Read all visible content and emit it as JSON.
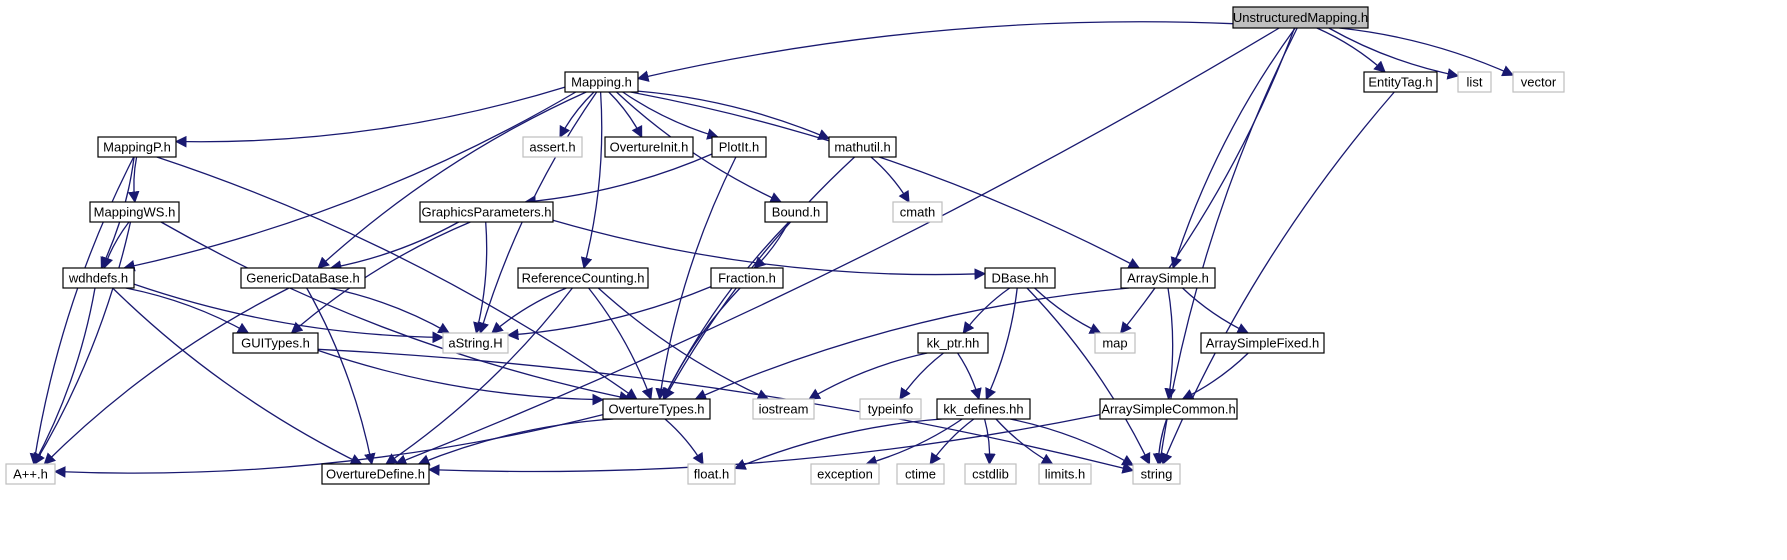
{
  "colors": {
    "edge": "#191970",
    "root_fill": "#bfbfbf",
    "doc_border": "#000000",
    "sys_border": "#bfbfbf"
  },
  "nodes": [
    {
      "id": "unstructuredmapping",
      "label": "UnstructuredMapping.h",
      "kind": "root"
    },
    {
      "id": "mapping",
      "label": "Mapping.h",
      "kind": "doc"
    },
    {
      "id": "entitytag",
      "label": "EntityTag.h",
      "kind": "doc"
    },
    {
      "id": "list",
      "label": "list",
      "kind": "sys"
    },
    {
      "id": "vector",
      "label": "vector",
      "kind": "sys"
    },
    {
      "id": "mappingp",
      "label": "MappingP.h",
      "kind": "doc"
    },
    {
      "id": "assert",
      "label": "assert.h",
      "kind": "sys"
    },
    {
      "id": "overtureinit",
      "label": "OvertureInit.h",
      "kind": "doc"
    },
    {
      "id": "plotit",
      "label": "PlotIt.h",
      "kind": "doc"
    },
    {
      "id": "mathutil",
      "label": "mathutil.h",
      "kind": "doc"
    },
    {
      "id": "cmath",
      "label": "cmath",
      "kind": "sys"
    },
    {
      "id": "mappingws",
      "label": "MappingWS.h",
      "kind": "doc"
    },
    {
      "id": "graphicsparameters",
      "label": "GraphicsParameters.h",
      "kind": "doc"
    },
    {
      "id": "bound",
      "label": "Bound.h",
      "kind": "doc"
    },
    {
      "id": "wdhdefs",
      "label": "wdhdefs.h",
      "kind": "doc"
    },
    {
      "id": "genericdatabase",
      "label": "GenericDataBase.h",
      "kind": "doc"
    },
    {
      "id": "referencecounting",
      "label": "ReferenceCounting.h",
      "kind": "doc"
    },
    {
      "id": "fraction",
      "label": "Fraction.h",
      "kind": "doc"
    },
    {
      "id": "dbase",
      "label": "DBase.hh",
      "kind": "doc"
    },
    {
      "id": "arraysimple",
      "label": "ArraySimple.h",
      "kind": "doc"
    },
    {
      "id": "guitypes",
      "label": "GUITypes.h",
      "kind": "doc"
    },
    {
      "id": "astring",
      "label": "aString.H",
      "kind": "sys"
    },
    {
      "id": "kkptr",
      "label": "kk_ptr.hh",
      "kind": "doc"
    },
    {
      "id": "map",
      "label": "map",
      "kind": "sys"
    },
    {
      "id": "arraysimplefixed",
      "label": "ArraySimpleFixed.h",
      "kind": "doc"
    },
    {
      "id": "overturetypes",
      "label": "OvertureTypes.h",
      "kind": "doc"
    },
    {
      "id": "iostream",
      "label": "iostream",
      "kind": "sys"
    },
    {
      "id": "typeinfo",
      "label": "typeinfo",
      "kind": "sys"
    },
    {
      "id": "kkdefines",
      "label": "kk_defines.hh",
      "kind": "doc"
    },
    {
      "id": "arraysimplecommon",
      "label": "ArraySimpleCommon.h",
      "kind": "doc"
    },
    {
      "id": "aplusplus",
      "label": "A++.h",
      "kind": "sys"
    },
    {
      "id": "overturedefine",
      "label": "OvertureDefine.h",
      "kind": "doc"
    },
    {
      "id": "float",
      "label": "float.h",
      "kind": "sys"
    },
    {
      "id": "exception",
      "label": "exception",
      "kind": "sys"
    },
    {
      "id": "ctime",
      "label": "ctime",
      "kind": "sys"
    },
    {
      "id": "cstdlib",
      "label": "cstdlib",
      "kind": "sys"
    },
    {
      "id": "limits",
      "label": "limits.h",
      "kind": "sys"
    },
    {
      "id": "string",
      "label": "string",
      "kind": "sys"
    }
  ],
  "edges": [
    [
      "unstructuredmapping",
      "mapping"
    ],
    [
      "unstructuredmapping",
      "entitytag"
    ],
    [
      "unstructuredmapping",
      "list"
    ],
    [
      "unstructuredmapping",
      "vector"
    ],
    [
      "unstructuredmapping",
      "arraysimple"
    ],
    [
      "unstructuredmapping",
      "map"
    ],
    [
      "unstructuredmapping",
      "string"
    ],
    [
      "unstructuredmapping",
      "overturedefine"
    ],
    [
      "entitytag",
      "string"
    ],
    [
      "mapping",
      "mappingp"
    ],
    [
      "mapping",
      "assert"
    ],
    [
      "mapping",
      "overtureinit"
    ],
    [
      "mapping",
      "plotit"
    ],
    [
      "mapping",
      "mathutil"
    ],
    [
      "mapping",
      "bound"
    ],
    [
      "mapping",
      "wdhdefs"
    ],
    [
      "mapping",
      "genericdatabase"
    ],
    [
      "mapping",
      "referencecounting"
    ],
    [
      "mapping",
      "astring"
    ],
    [
      "mapping",
      "arraysimple"
    ],
    [
      "mappingp",
      "mappingws"
    ],
    [
      "mappingp",
      "wdhdefs"
    ],
    [
      "mappingp",
      "aplusplus"
    ],
    [
      "mappingp",
      "overturetypes"
    ],
    [
      "mappingws",
      "wdhdefs"
    ],
    [
      "mappingws",
      "aplusplus"
    ],
    [
      "mappingws",
      "overturetypes"
    ],
    [
      "plotit",
      "graphicsparameters"
    ],
    [
      "plotit",
      "overturetypes"
    ],
    [
      "mathutil",
      "cmath"
    ],
    [
      "mathutil",
      "overturetypes"
    ],
    [
      "graphicsparameters",
      "genericdatabase"
    ],
    [
      "graphicsparameters",
      "guitypes"
    ],
    [
      "graphicsparameters",
      "astring"
    ],
    [
      "graphicsparameters",
      "dbase"
    ],
    [
      "bound",
      "fraction"
    ],
    [
      "bound",
      "overturetypes"
    ],
    [
      "fraction",
      "astring"
    ],
    [
      "fraction",
      "overturetypes"
    ],
    [
      "wdhdefs",
      "guitypes"
    ],
    [
      "wdhdefs",
      "astring"
    ],
    [
      "wdhdefs",
      "aplusplus"
    ],
    [
      "wdhdefs",
      "overturedefine"
    ],
    [
      "genericdatabase",
      "astring"
    ],
    [
      "genericdatabase",
      "aplusplus"
    ],
    [
      "genericdatabase",
      "overturedefine"
    ],
    [
      "referencecounting",
      "astring"
    ],
    [
      "referencecounting",
      "overturetypes"
    ],
    [
      "referencecounting",
      "iostream"
    ],
    [
      "referencecounting",
      "overturedefine"
    ],
    [
      "dbase",
      "kkptr"
    ],
    [
      "dbase",
      "kkdefines"
    ],
    [
      "dbase",
      "map"
    ],
    [
      "dbase",
      "string"
    ],
    [
      "arraysimple",
      "arraysimplefixed"
    ],
    [
      "arraysimple",
      "arraysimplecommon"
    ],
    [
      "arraysimple",
      "overturetypes"
    ],
    [
      "arraysimplefixed",
      "arraysimplecommon"
    ],
    [
      "arraysimplecommon",
      "string"
    ],
    [
      "arraysimplecommon",
      "overturedefine"
    ],
    [
      "guitypes",
      "overturetypes"
    ],
    [
      "guitypes",
      "string"
    ],
    [
      "kkptr",
      "typeinfo"
    ],
    [
      "kkptr",
      "kkdefines"
    ],
    [
      "kkptr",
      "iostream"
    ],
    [
      "kkdefines",
      "exception"
    ],
    [
      "kkdefines",
      "ctime"
    ],
    [
      "kkdefines",
      "cstdlib"
    ],
    [
      "kkdefines",
      "limits"
    ],
    [
      "kkdefines",
      "string"
    ],
    [
      "kkdefines",
      "float"
    ],
    [
      "overturetypes",
      "aplusplus"
    ],
    [
      "overturetypes",
      "overturedefine"
    ],
    [
      "overturetypes",
      "float"
    ]
  ]
}
